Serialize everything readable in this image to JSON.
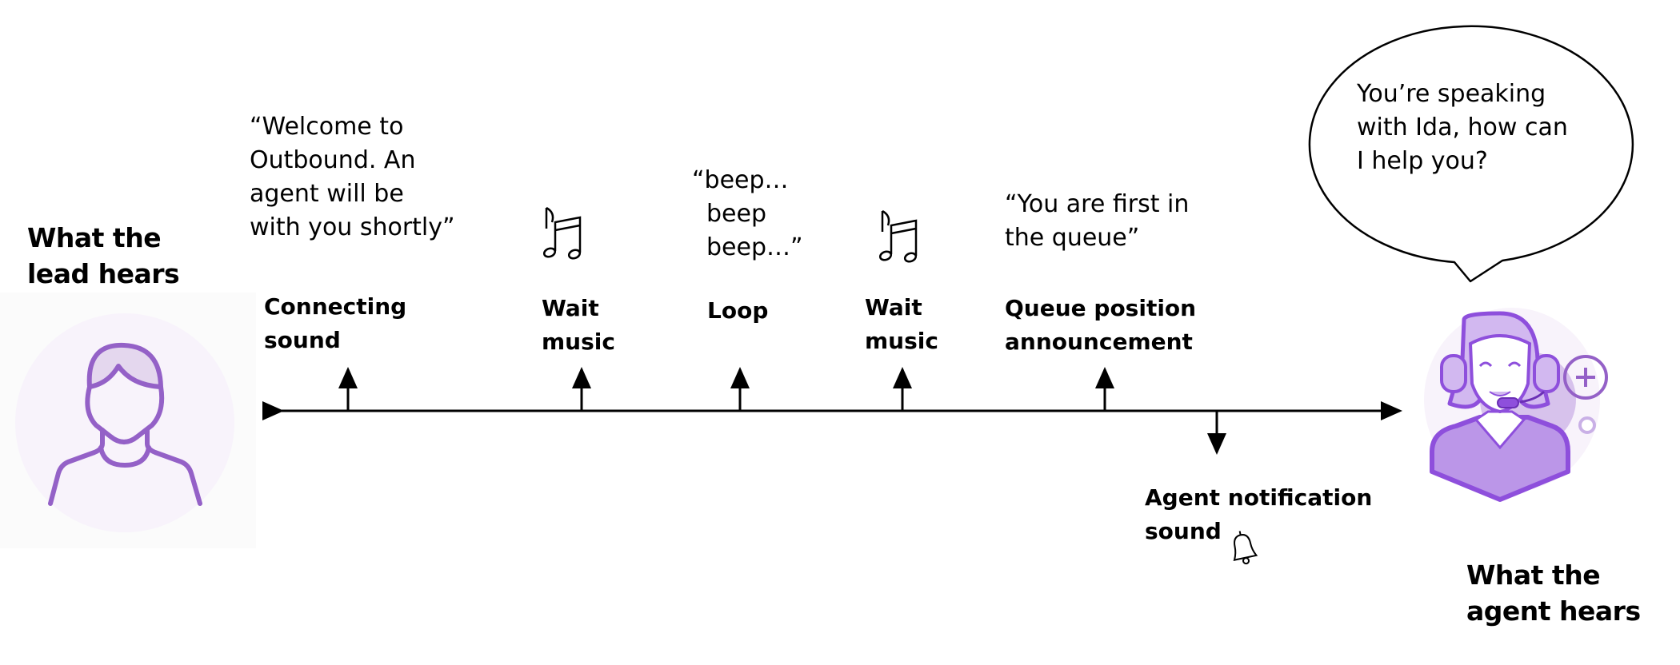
{
  "lead": {
    "title_line1": "What the",
    "title_line2": "lead hears"
  },
  "agent": {
    "title_line1": "What the",
    "title_line2": "agent hears",
    "speech_line1": "You’re speaking",
    "speech_line2": "with Ida, how can",
    "speech_line3": "I help you?"
  },
  "events": [
    {
      "label_line1": "Connecting",
      "label_line2": "sound",
      "quote_line1": "“Welcome to",
      "quote_line2": "Outbound. An",
      "quote_line3": "agent will be",
      "quote_line4": "with you shortly”"
    },
    {
      "label_line1": "Wait",
      "label_line2": "music",
      "icon": "music-note-icon"
    },
    {
      "label_line1": "Loop",
      "quote_line1": "“beep…",
      "quote_line2": "beep",
      "quote_line3": "beep…”"
    },
    {
      "label_line1": "Wait",
      "label_line2": "music",
      "icon": "music-note-icon"
    },
    {
      "label_line1": "Queue position",
      "label_line2": "announcement",
      "quote_line1": "“You are first in",
      "quote_line2": "the queue”"
    },
    {
      "label_line1": "Agent notification",
      "label_line2": "sound",
      "icon": "bell-icon"
    }
  ],
  "colors": {
    "accent": "#9461c7",
    "accent_light": "#e4d7ee",
    "bg_light": "#f8f3fb"
  }
}
